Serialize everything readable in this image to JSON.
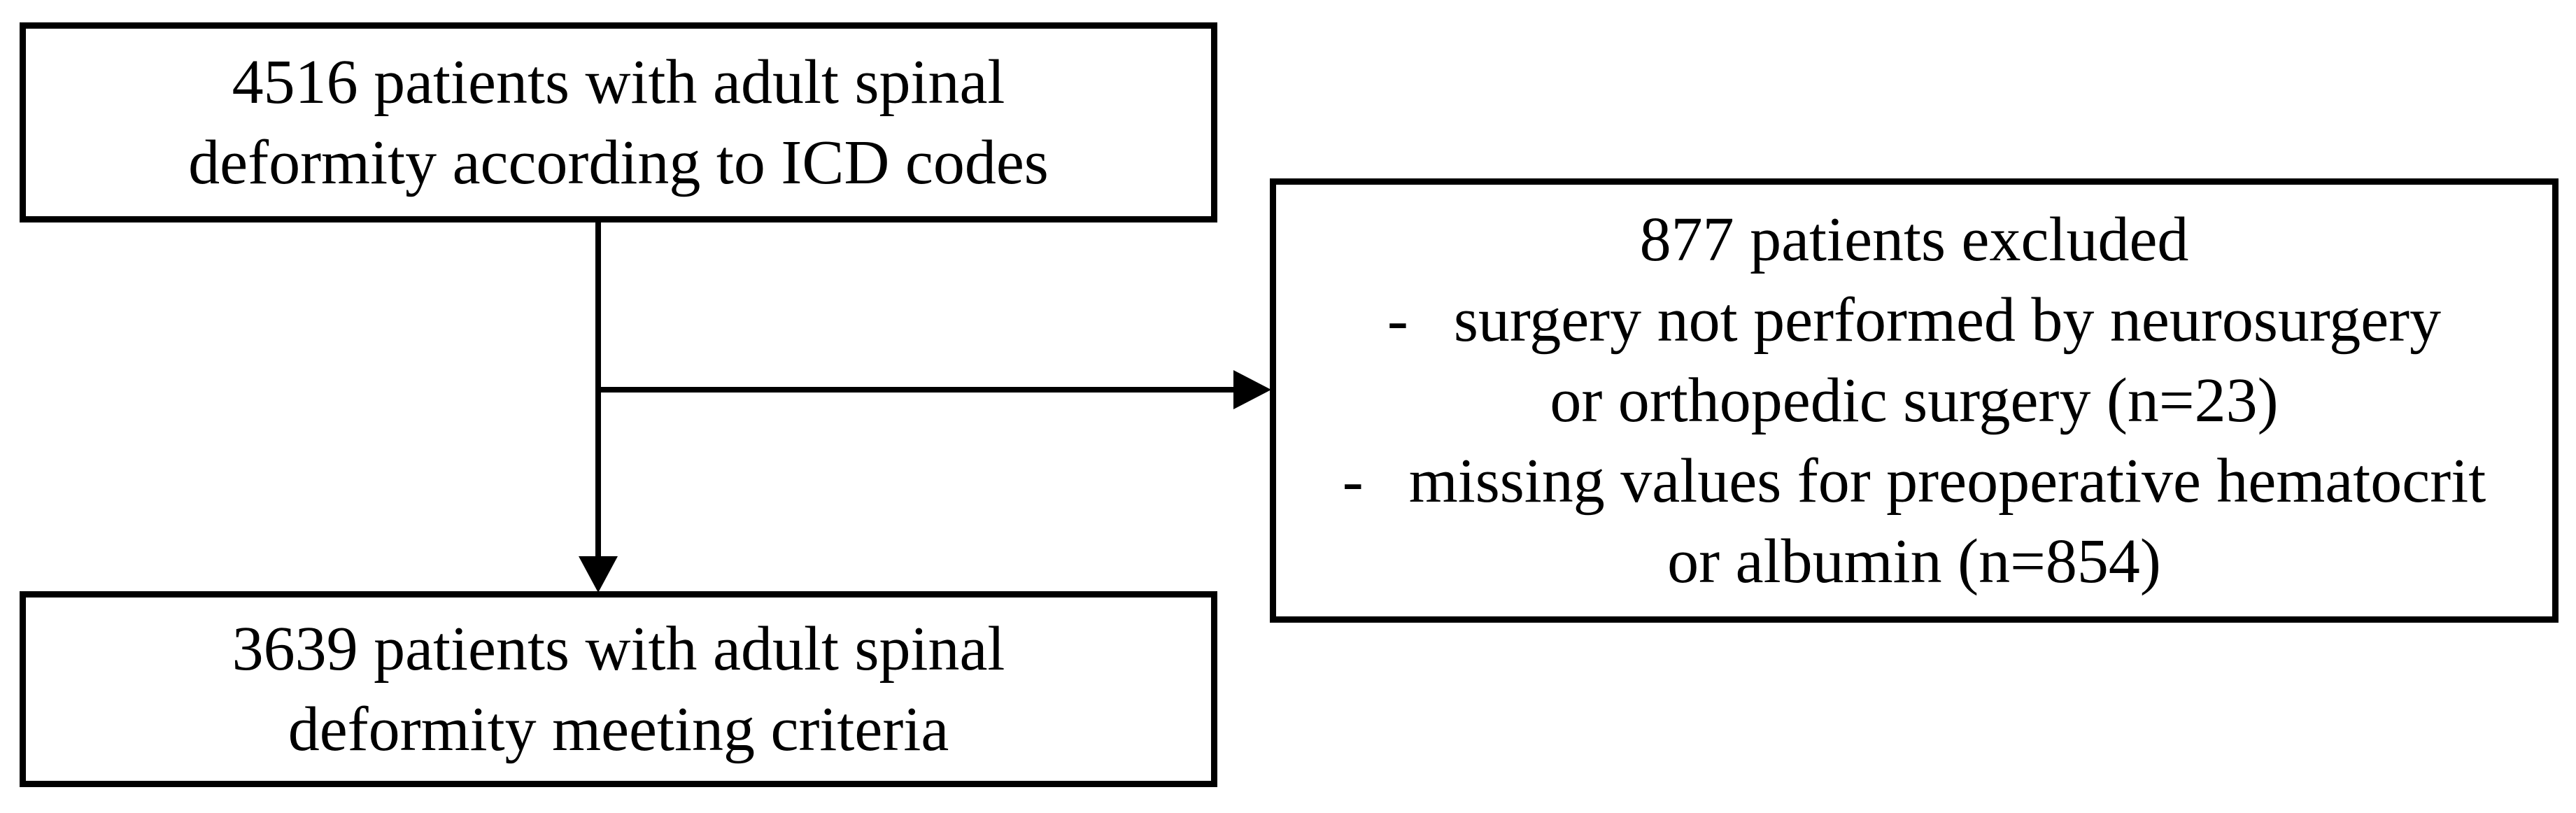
{
  "diagram": {
    "type": "flowchart",
    "colors": {
      "background": "#ffffff",
      "border": "#000000",
      "line": "#000000",
      "text": "#000000"
    },
    "boxes": {
      "initial": {
        "lines": [
          "4516 patients with adult spinal",
          "deformity according to ICD codes"
        ]
      },
      "excluded": {
        "title": "877 patients excluded",
        "bullets": [
          {
            "marker": "-",
            "line1": "surgery not performed by neurosurgery",
            "line2": "or orthopedic surgery (n=23)"
          },
          {
            "marker": "-",
            "line1": "missing values for preoperative hematocrit",
            "line2": "or albumin (n=854)"
          }
        ]
      },
      "final": {
        "lines": [
          "3639 patients with adult spinal",
          "deformity meeting criteria"
        ]
      }
    },
    "connectors": [
      {
        "from": "initial",
        "to": "final",
        "direction": "down"
      },
      {
        "from": "initial-final-line",
        "to": "excluded",
        "direction": "right"
      }
    ]
  }
}
